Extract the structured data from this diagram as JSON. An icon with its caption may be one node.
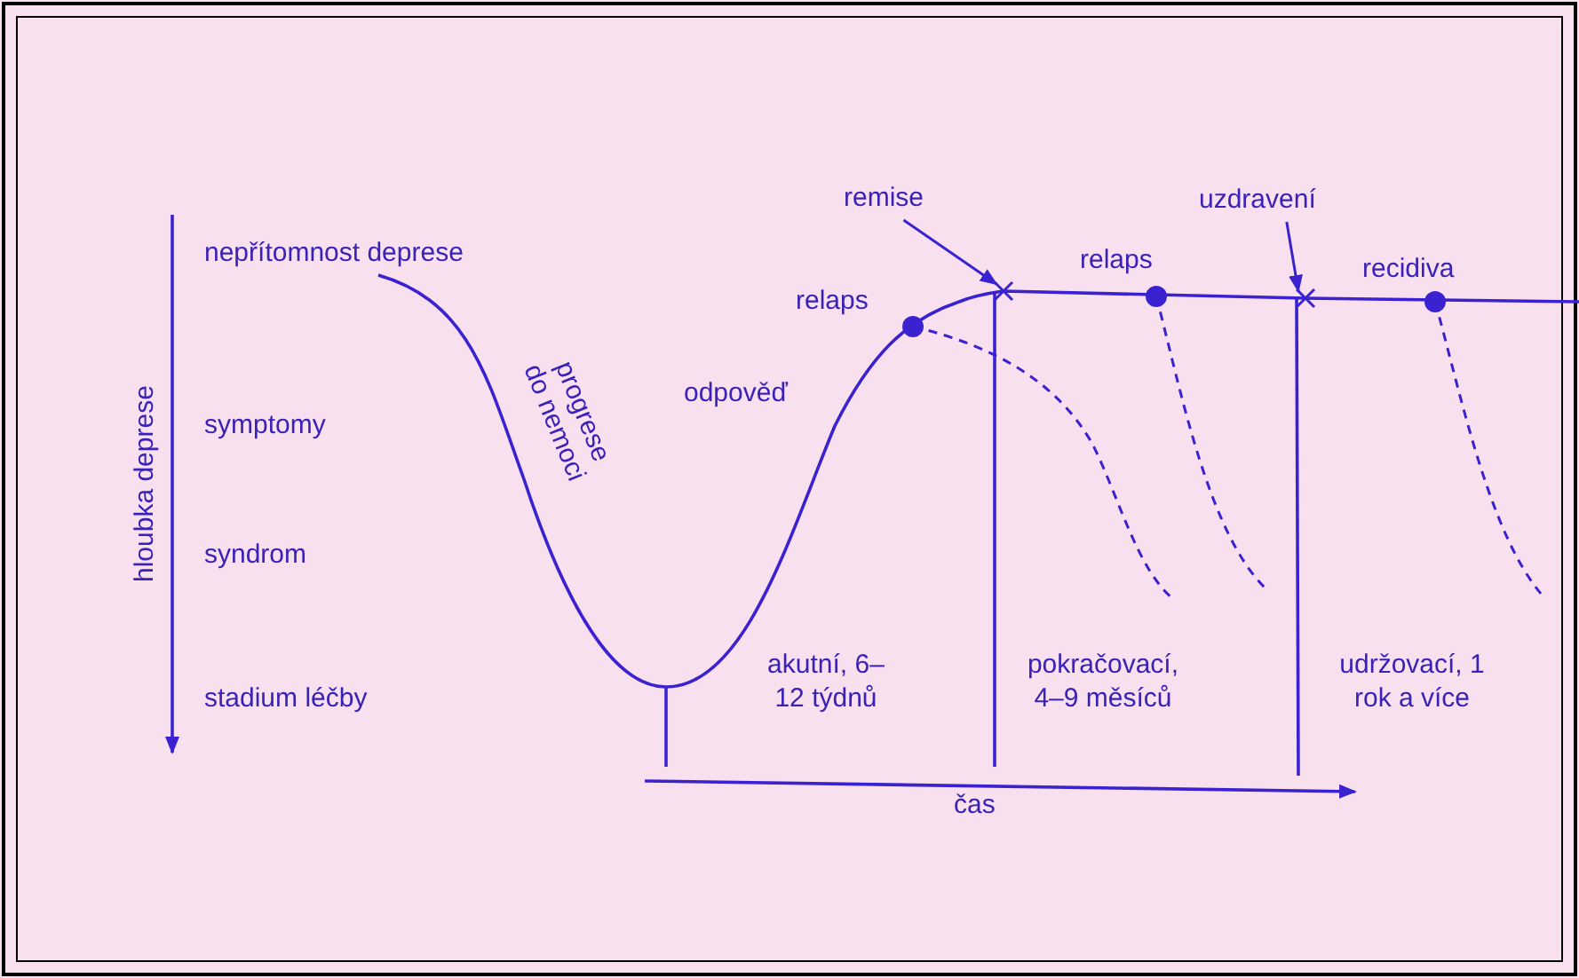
{
  "diagram": {
    "nodes": [
      {
        "text": [
          "remise"
        ]
      },
      {
        "text": [],
        "shape": "cross"
      },
      {
        "text": [
          "uzdravení"
        ]
      },
      {
        "text": [],
        "shape": "cross"
      }
    ],
    "edges": [
      {
        "from": 0,
        "to": 1,
        "arrow": "to"
      },
      {
        "from": 2,
        "to": 3,
        "arrow": "to"
      }
    ],
    "labels": [
      "hloubka deprese",
      "nepřítomnost deprese",
      "symptomy",
      "syndrom",
      "stadium léčby",
      "progrese do nemoci",
      "relaps",
      "odpověď",
      "relaps",
      "recidiva",
      "akutní, 6–12 týdnů",
      "pokračovací, 4–9 měsíců",
      "udržovací, 1 rok a více",
      "čas"
    ]
  }
}
